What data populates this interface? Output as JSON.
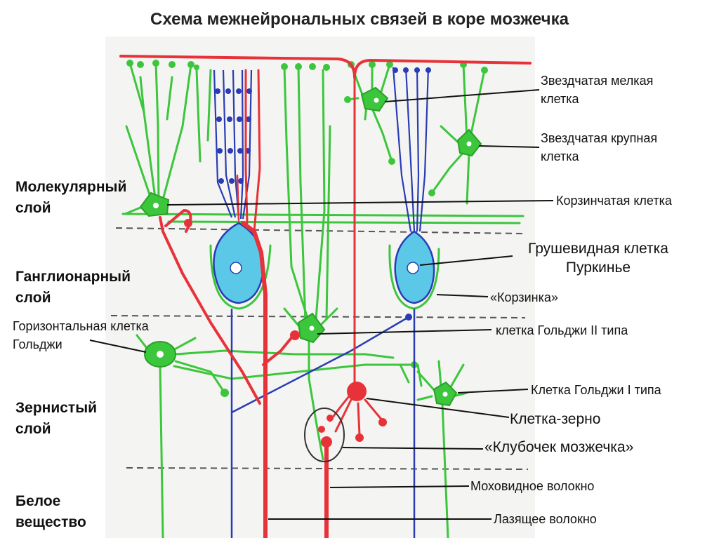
{
  "title": "Схема межнейрональных связей в коре мозжечка",
  "layers": {
    "molecular": [
      "Молекулярный",
      "слой"
    ],
    "ganglionic": [
      "Ганглионарный",
      "слой"
    ],
    "granular": [
      "Зернистый",
      "слой"
    ],
    "white_matter": [
      "Белое",
      "вещество"
    ]
  },
  "labels": {
    "stellate_small": [
      "Звездчатая мелкая",
      "клетка"
    ],
    "stellate_large": [
      "Звездчатая крупная",
      "клетка"
    ],
    "basket_cell": "Корзинчатая клетка",
    "purkinje": [
      "Грушевидная клетка",
      "Пуркинье"
    ],
    "basket": "«Корзинка»",
    "golgi_horizontal": [
      "Горизонтальная клетка",
      "Гольджи"
    ],
    "golgi_2": "клетка Гольджи II типа",
    "golgi_1": "Клетка Гольджи I типа",
    "granule": "Клетка-зерно",
    "glomerulus": "«Клубочек мозжечка»",
    "mossy_fiber": "Моховидное волокно",
    "climbing_fiber": "Лазящее волокно"
  },
  "colors": {
    "green": "#3cc63c",
    "red": "#e8323a",
    "blue": "#2a3cb4",
    "cyan": "#5ac8e6",
    "dark": "#333333"
  }
}
